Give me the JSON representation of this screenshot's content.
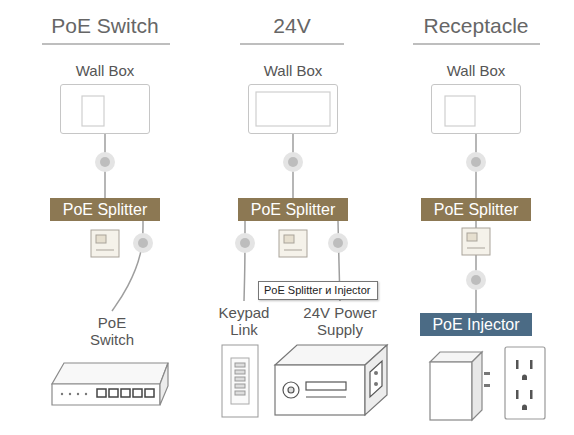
{
  "diagram": {
    "nodes": [
      {
        "text": [
          "Wall Box"
        ]
      },
      {
        "text": [
          "Wall Box"
        ]
      },
      {
        "text": [
          "Wall Box"
        ]
      },
      {
        "text": [
          "PoE Splitter"
        ]
      },
      {
        "text": [
          "PoE Splitter"
        ]
      },
      {
        "text": [
          "PoE Splitter"
        ]
      },
      {
        "text": [
          "PoE Splitter и Injector"
        ]
      },
      {
        "text": [
          "PoE Switch"
        ]
      },
      {
        "text": [
          "Keypad Link"
        ]
      },
      {
        "text": [
          "24V Power Supply"
        ]
      },
      {
        "text": [
          "PoE Injector"
        ]
      }
    ],
    "edges": [
      {
        "from": 0,
        "to": 3,
        "arrow": "none"
      },
      {
        "from": 1,
        "to": 4,
        "arrow": "none"
      },
      {
        "from": 2,
        "to": 5,
        "arrow": "none"
      },
      {
        "from": 3,
        "to": 7,
        "arrow": "none"
      },
      {
        "from": 4,
        "to": 8,
        "arrow": "none"
      },
      {
        "from": 4,
        "to": 9,
        "arrow": "none"
      },
      {
        "from": 5,
        "to": 10,
        "arrow": "none"
      }
    ],
    "labels": [
      "PoE Switch",
      "24V",
      "Receptacle"
    ]
  }
}
